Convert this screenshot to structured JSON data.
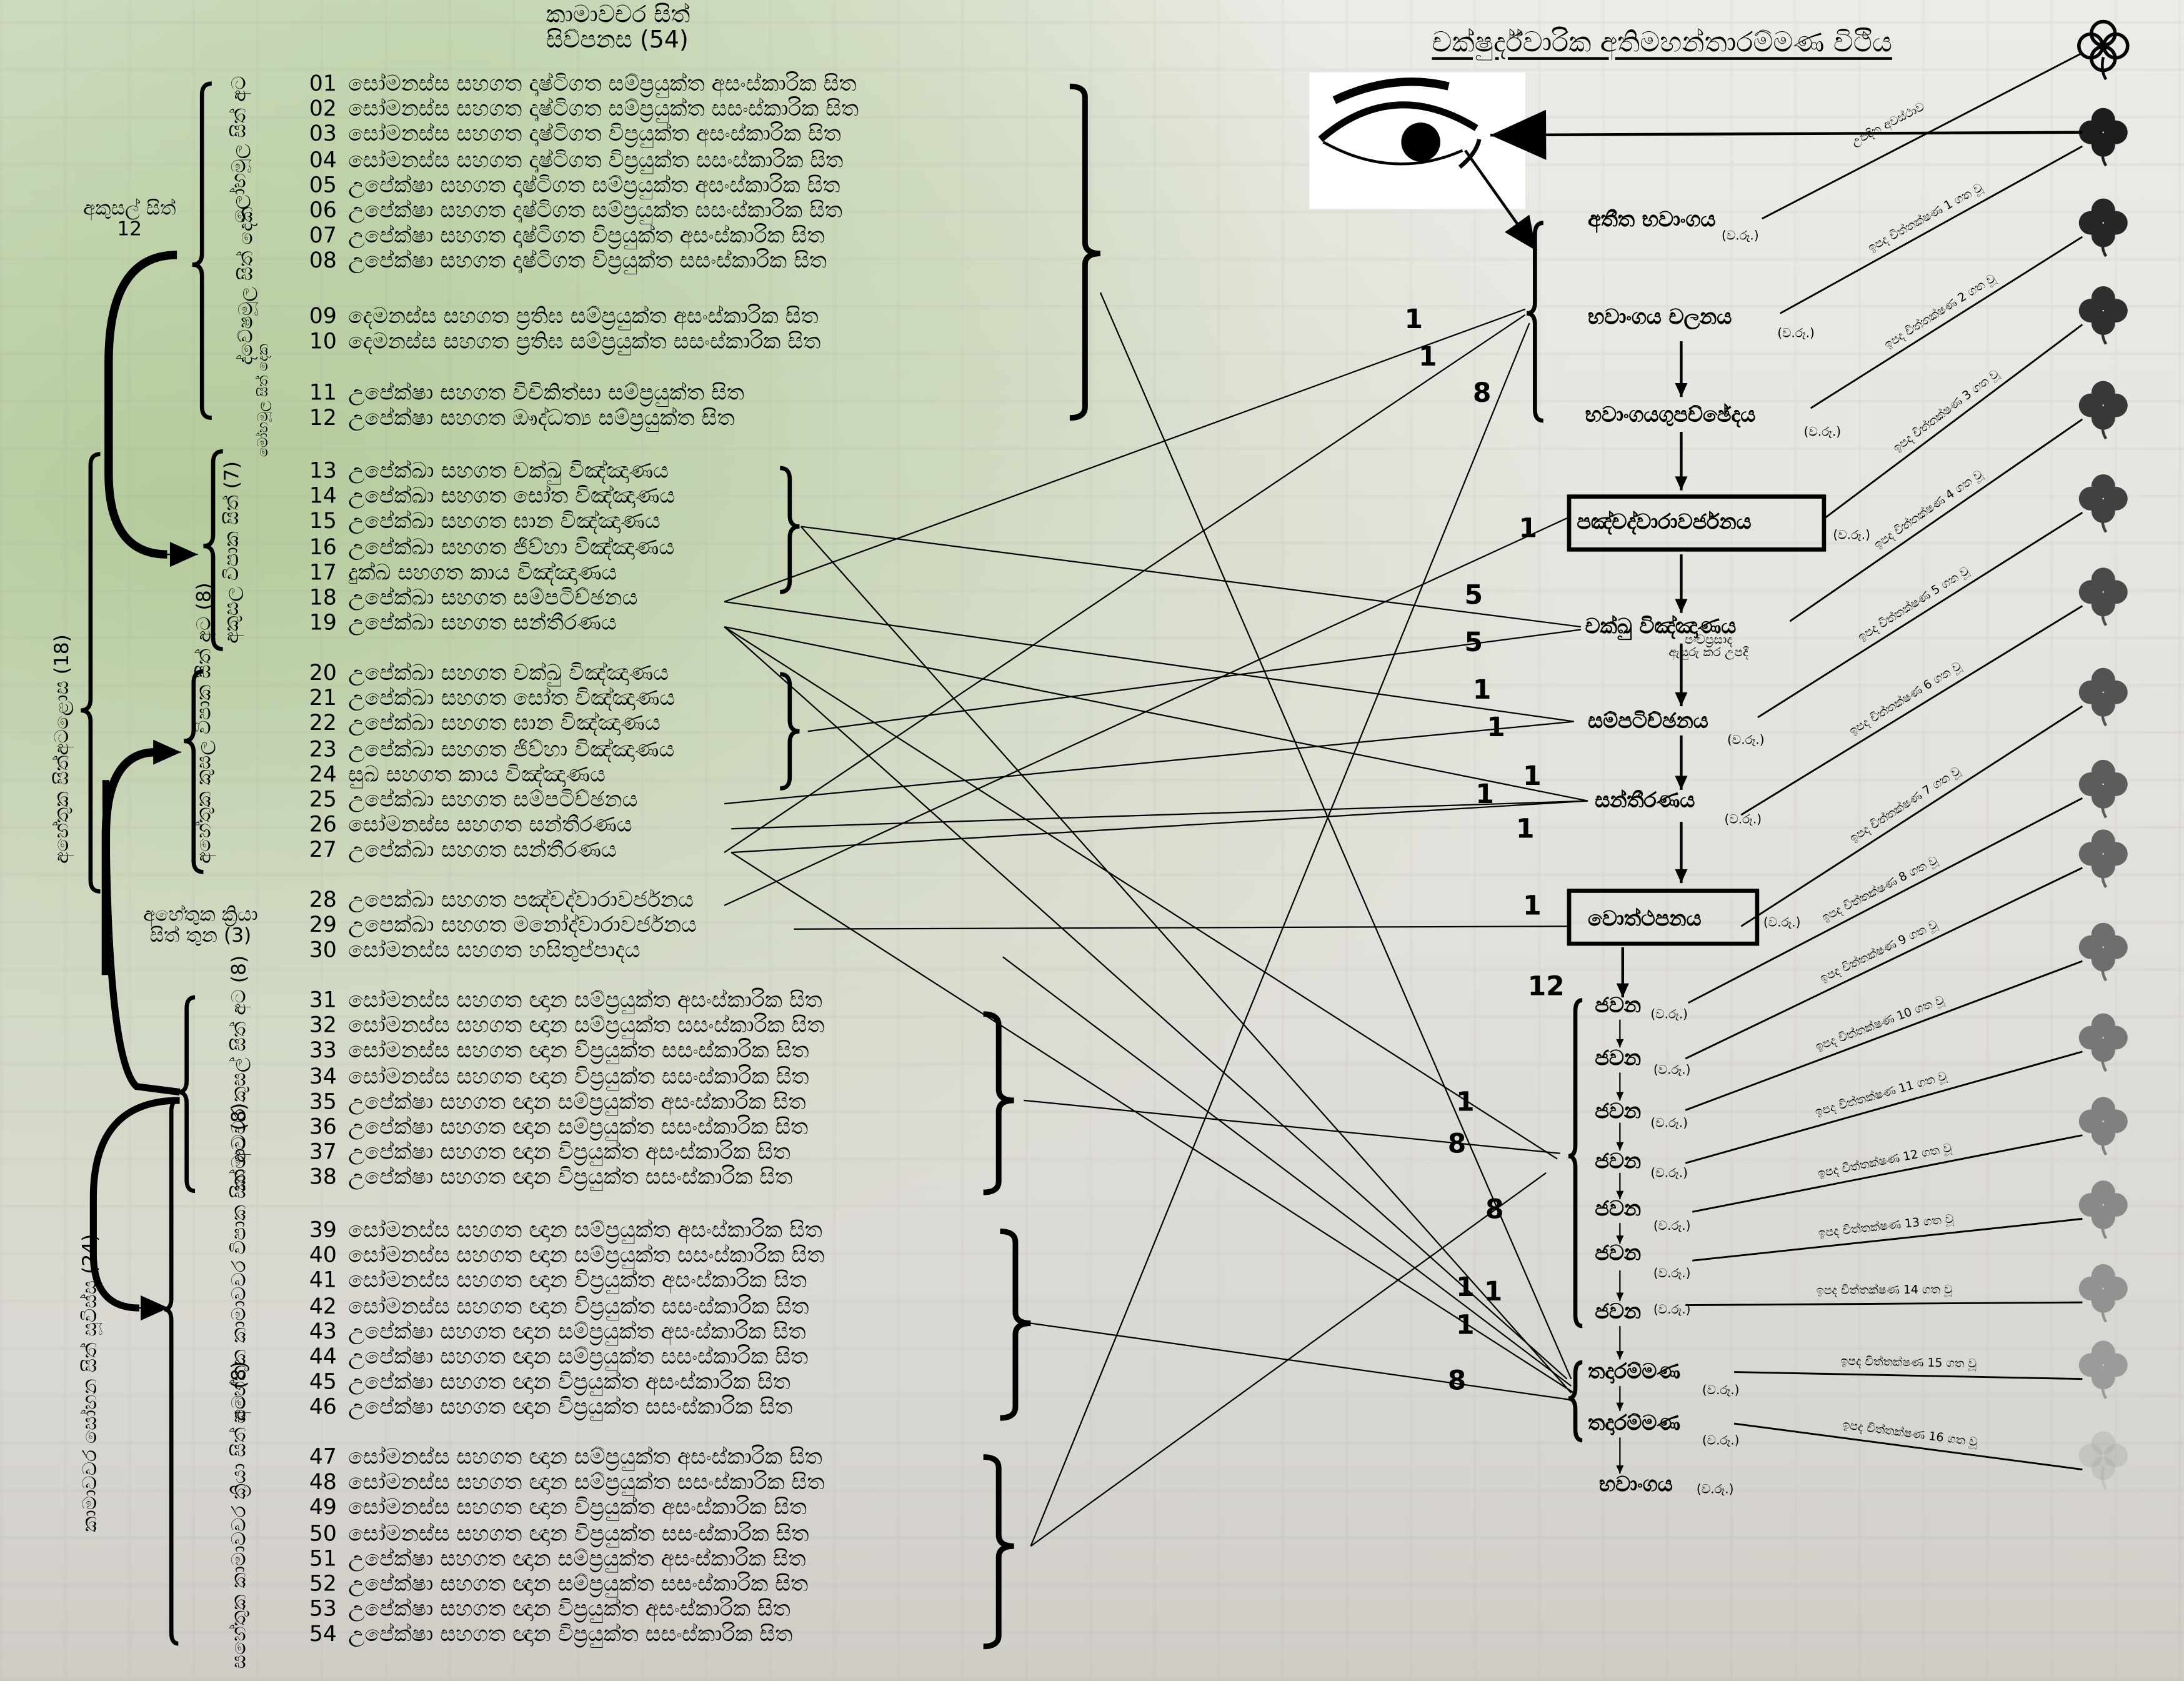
{
  "header": {
    "line1": "කාමාවචර සිත්",
    "line2": "සිව්පනස (54)"
  },
  "title": "චක්ෂුර්ද්වාරික අතිමහන්තාරම්මණ විථිය",
  "citta_list": [
    {
      "no": "01",
      "text": "සෝමනස්ස සහගත දෘෂ්ටිගත සම්ප්‍රයුක්ත අසංස්කාරික සිත"
    },
    {
      "no": "02",
      "text": "සෝමනස්ස සහගත දෘෂ්ටිගත සම්ප්‍රයුක්ත සසංස්කාරික සිත"
    },
    {
      "no": "03",
      "text": "සෝමනස්ස සහගත දෘෂ්ටිගත විප්‍රයුක්ත අසංස්කාරික සිත"
    },
    {
      "no": "04",
      "text": "සෝමනස්ස සහගත දෘෂ්ටිගත විප්‍රයුක්ත සසංස්කාරික සිත"
    },
    {
      "no": "05",
      "text": "උපේක්ෂා සහගත දෘෂ්ටිගත සම්ප්‍රයුක්ත අසංස්කාරික සිත"
    },
    {
      "no": "06",
      "text": "උපේක්ෂා සහගත දෘෂ්ටිගත සම්ප්‍රයුක්ත සසංස්කාරික සිත"
    },
    {
      "no": "07",
      "text": "උපේක්ෂා සහගත දෘෂ්ටිගත විප්‍රයුක්ත අසංස්කාරික සිත"
    },
    {
      "no": "08",
      "text": "උපේක්ෂා සහගත දෘෂ්ටිගත විප්‍රයුක්ත සසංස්කාරික සිත"
    },
    {
      "no": "09",
      "text": "දෙමනස්ස සහගත ප්‍රතිඝ සම්ප්‍රයුක්ත අසංස්කාරික සිත"
    },
    {
      "no": "10",
      "text": "දෙමනස්ස සහගත ප්‍රතිඝ සම්ප්‍රයුක්ත සසංස්කාරික සිත"
    },
    {
      "no": "11",
      "text": "උපේක්ෂා සහගත විචිකිත්සා සම්ප්‍රයුක්ත  සිත"
    },
    {
      "no": "12",
      "text": "උපේක්ෂා සහගත ඖද්ධත්‍ය සම්ප්‍රයුක්ත  සිත"
    },
    {
      "no": "13",
      "text": "උපේක්ඛා සහගත චක්ඛු විඤ්ඤාණය"
    },
    {
      "no": "14",
      "text": "උපේක්ඛා සහගත සෝත විඤ්ඤාණය"
    },
    {
      "no": "15",
      "text": "උපේක්ඛා සහගත ඝාන විඤ්ඤාණය"
    },
    {
      "no": "16",
      "text": "උපේක්ඛා සහගත ජිව්හා විඤ්ඤාණය"
    },
    {
      "no": "17",
      "text": "දුක්ඛ සහගත කාය විඤ්ඤාණය"
    },
    {
      "no": "18",
      "text": "උපේක්ඛා සහගත සම්පටිච්ඡනය"
    },
    {
      "no": "19",
      "text": "උපේක්ඛා සහගත සන්තීරණය"
    },
    {
      "no": "20",
      "text": "උපේක්ඛා සහගත චක්ඛු විඤ්ඤාණය"
    },
    {
      "no": "21",
      "text": "උපේක්ඛා සහගත සෝත විඤ්ඤාණය"
    },
    {
      "no": "22",
      "text": "උපේක්ඛා සහගත ඝාන විඤ්ඤාණය"
    },
    {
      "no": "23",
      "text": "උපේක්ඛා සහගත ජිව්හා විඤ්ඤාණය"
    },
    {
      "no": "24",
      "text": "සුඛ සහගත කාය විඤ්ඤාණය"
    },
    {
      "no": "25",
      "text": "උපේක්ඛා සහගත සම්පටිච්ඡනය"
    },
    {
      "no": "26",
      "text": "සෝමනස්ස සහගත සන්තීරණය"
    },
    {
      "no": "27",
      "text": "උපේක්ඛා සහගත සන්තීරණය"
    },
    {
      "no": "28",
      "text": "උපෙක්ඛා සහගත පඤ්චද්වාරාවර්ජනය"
    },
    {
      "no": "29",
      "text": "උපෙක්ඛා සහගත මනෝද්වාරාවර්ජනය"
    },
    {
      "no": "30",
      "text": "සෝමනස්ස සහගත හසිතුප්පාදය"
    },
    {
      "no": "31",
      "text": "සෝමනස්ස සහගත ඥාන සම්ප්‍රයුක්ත අසංස්කාරික සිත"
    },
    {
      "no": "32",
      "text": "සෝමනස්ස සහගත ඥාන සම්ප්‍රයුක්ත සසංස්කාරික සිත"
    },
    {
      "no": "33",
      "text": "සෝමනස්ස සහගත ඥාන විප්‍රයුක්ත සසංස්කාරික සිත"
    },
    {
      "no": "34",
      "text": "සෝමනස්ස සහගත ඥාන විප්‍රයුක්ත සසංස්කාරික සිත"
    },
    {
      "no": "35",
      "text": "උපේක්ෂා සහගත ඥාන සම්ප්‍රයුක්ත අසංස්කාරික සිත"
    },
    {
      "no": "36",
      "text": "උපේක්ෂා සහගත ඥාන සම්ප්‍රයුක්ත සසංස්කාරික සිත"
    },
    {
      "no": "37",
      "text": "උපේක්ෂා සහගත ඥාන විප්‍රයුක්ත අසංස්කාරික සිත"
    },
    {
      "no": "38",
      "text": "උපේක්ෂා සහගත ඥාන විප්‍රයුක්ත සසංස්කාරික සිත"
    },
    {
      "no": "39",
      "text": "සෝමනස්ස සහගත ඥාන සම්ප්‍රයුක්ත අසංස්කාරික සිත"
    },
    {
      "no": "40",
      "text": "සෝමනස්ස සහගත ඥාන සම්ප්‍රයුක්ත සසංස්කාරික සිත"
    },
    {
      "no": "41",
      "text": "සෝමනස්ස සහගත ඥාන විප්‍රයුක්ත අසංස්කාරික සිත"
    },
    {
      "no": "42",
      "text": "සෝමනස්ස සහගත ඥාන විප්‍රයුක්ත සසංස්කාරික සිත"
    },
    {
      "no": "43",
      "text": "උපේක්ෂා සහගත ඥාන සම්ප්‍රයුක්ත අසංස්කාරික සිත"
    },
    {
      "no": "44",
      "text": "උපේක්ෂා සහගත ඥාන සම්ප්‍රයුක්ත සසංස්කාරික සිත"
    },
    {
      "no": "45",
      "text": "උපේක්ෂා සහගත ඥාන විප්‍රයුක්ත අසංස්කාරික සිත"
    },
    {
      "no": "46",
      "text": "උපේක්ෂා සහගත ඥාන විප්‍රයුක්ත සසංස්කාරික සිත"
    },
    {
      "no": "47",
      "text": "සෝමනස්ස සහගත ඥාන සම්ප්‍රයුක්ත අසංස්කාරික සිත"
    },
    {
      "no": "48",
      "text": "සෝමනස්ස සහගත ඥාන සම්ප්‍රයුක්ත සසංස්කාරික සිත"
    },
    {
      "no": "49",
      "text": "සෝමනස්ස සහගත ඥාන විප්‍රයුක්ත අසංස්කාරික සිත"
    },
    {
      "no": "50",
      "text": "සෝමනස්ස සහගත ඥාන විප්‍රයුක්ත සසංස්කාරික සිත"
    },
    {
      "no": "51",
      "text": "උපේක්ෂා සහගත ඥාන සම්ප්‍රයුක්ත අසංස්කාරික සිත"
    },
    {
      "no": "52",
      "text": "උපේක්ෂා සහගත ඥාන සම්ප්‍රයුක්ත සසංස්කාරික සිත"
    },
    {
      "no": "53",
      "text": "උපේක්ෂා සහගත ඥාන විප්‍රයුක්ත අසංස්කාරික සිත"
    },
    {
      "no": "54",
      "text": "උපේක්ෂා සහගත ඥාන විප්‍රයුක්ත සසංස්කාරික සිත"
    }
  ],
  "group_labels": {
    "akusal": "අකුසල් සිත් 12",
    "lobha": "ලෝභමූල සිත් අට",
    "dosa": "ද්වේෂමූල සිත් දෙක",
    "moha": "මෝහමූල සිත් දෙක",
    "akusala_vipaka": "අකුසල විපාක සිත් (7)",
    "ahetuka_kusala_vipaka": "අහේතුක කුසල විපාක සිත් අට (8)",
    "ahetuka_18": "අහේතුක සිත්අටළොස (18)",
    "ahetuka_kriya": "අහේතුක ක්‍රියා සිත් තුන (3)",
    "kamavacara_kusal": "කාමාවචර කුසල් සිත් අට (8)",
    "sahetuka_vipaka": "සහේතුක කාමාවචර විපාක සිත් අට (8)",
    "sahetuka_kriya": "සහේතුක කාමාවචර ක්‍රියා සිත් අට (8)",
    "sobhana_24": "කාමාවචර සෝභන සිත් සූවිස්ස (24)"
  },
  "flow": {
    "tag": "(ව.රූ.)",
    "nodes": [
      {
        "label": "අතීත භවාංගය",
        "tagged": true
      },
      {
        "label": "භවාංගය චලනය",
        "tagged": true
      },
      {
        "label": "භවාංගයගුපච්ඡේදය",
        "tagged": true
      },
      {
        "label": "පඤ්චද්වාරාවර්ජනය",
        "tagged": true
      },
      {
        "label": "චක්ඛු විඤ්ඤාණය",
        "tagged": false
      },
      {
        "label": "සම්පටිච්ඡනය",
        "tagged": true
      },
      {
        "label": "සන්තීරණය",
        "tagged": true
      },
      {
        "label": "වොත්ථපනය",
        "tagged": true
      },
      {
        "label": "ජවන",
        "tagged": true
      },
      {
        "label": "ජවන",
        "tagged": true
      },
      {
        "label": "ජවන",
        "tagged": true
      },
      {
        "label": "ජවන",
        "tagged": true
      },
      {
        "label": "ජවන",
        "tagged": true
      },
      {
        "label": "ජවන",
        "tagged": true
      },
      {
        "label": "ජවන",
        "tagged": true
      },
      {
        "label": "තදාරම්මණ",
        "tagged": true
      },
      {
        "label": "තදාරම්මණ",
        "tagged": true
      },
      {
        "label": "භවාංගය",
        "tagged": true
      }
    ],
    "cakkhu_note": [
      "පංචප්‍රසාද",
      "ඇසුරු කර උපදී"
    ],
    "moment_labels": [
      "උපදින අවස්ථාව",
      "ඉපද චිත්තක්ෂණ 1 ගත වූ",
      "ඉපද චිත්තක්ෂණ 2 ගත වූ",
      "ඉපද චිත්තක්ෂණ 3 ගත වූ",
      "ඉපද චිත්තක්ෂණ 4 ගත වූ",
      "ඉපද චිත්තක්ෂණ 5 ගත වූ",
      "ඉපද චිත්තක්ෂණ 6 ගත වූ",
      "ඉපද චිත්තක්ෂණ 7 ගත වූ",
      "ඉපද චිත්තක්ෂණ 8 ගත වූ",
      "ඉපද චිත්තක්ෂණ 9 ගත වූ",
      "ඉපද චිත්තක්ෂණ 10 ගත වූ",
      "ඉපද චිත්තක්ෂණ 11 ගත වූ",
      "ඉපද චිත්තක්ෂණ 12 ගත වූ",
      "ඉපද චිත්තක්ෂණ 13 ගත වූ",
      "ඉපද චිත්තක්ෂණ 14 ගත වූ",
      "ඉපද චිත්තක්ෂණ 15 ගත වූ",
      "ඉපද චිත්තක්ෂණ 16 ගත වූ"
    ]
  },
  "connection_counts": [
    "1",
    "1",
    "8",
    "1",
    "5",
    "5",
    "1",
    "1",
    "1",
    "1",
    "1",
    "1",
    "12",
    "1",
    "8",
    "8",
    "1",
    "1",
    "1",
    "8"
  ],
  "icons": {
    "object": "clover-icon",
    "eye": "eye-icon"
  },
  "colors": {
    "ink": "#000000",
    "foliage": "#a8c48c",
    "stone": "#e2e0da"
  }
}
